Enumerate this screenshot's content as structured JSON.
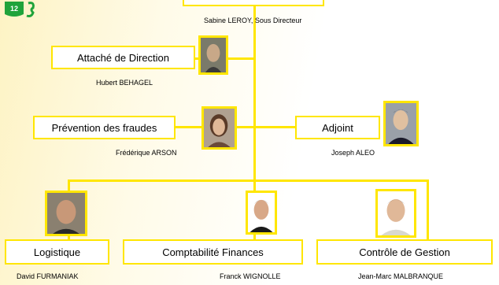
{
  "logo": {
    "number": "12"
  },
  "top": {
    "caption": "Sabine LEROY, Sous Directeur"
  },
  "attache": {
    "label": "Attaché de Direction",
    "person": "Hubert BEHAGEL"
  },
  "fraudes": {
    "label": "Prévention des fraudes",
    "person": "Frédérique ARSON"
  },
  "adjoint": {
    "label": "Adjoint",
    "person": "Joseph ALEO"
  },
  "logistique": {
    "label": "Logistique",
    "person": "David FURMANIAK"
  },
  "compta": {
    "label": "Comptabilité Finances",
    "person": "Franck WIGNOLLE"
  },
  "controle": {
    "label": "Contrôle de Gestion",
    "person": "Jean-Marc MALBRANQUE"
  },
  "colors": {
    "accent": "#ffe600",
    "logo_green": "#1fa33a"
  }
}
